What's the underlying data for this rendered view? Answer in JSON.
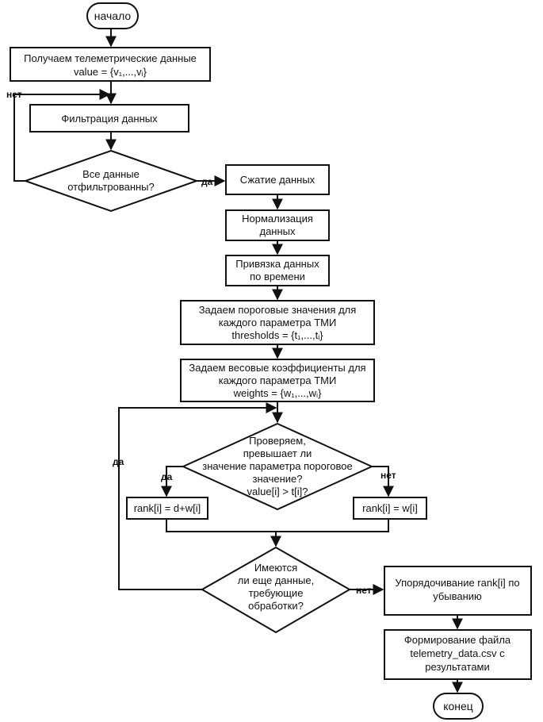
{
  "start": "начало",
  "end": "конец",
  "steps": {
    "receive": [
      "Получаем телеметрические данные",
      "value = {v₁,...,vᵢ}"
    ],
    "filter": [
      "Фильтрация данных"
    ],
    "compress": [
      "Сжатие данных"
    ],
    "normalize": [
      "Нормализация",
      "данных"
    ],
    "timebind": [
      "Привязка данных",
      "по времени"
    ],
    "thresholds": [
      "Задаем пороговые значения для",
      "каждого параметра ТМИ",
      "thresholds = {t₁,...,tᵢ}"
    ],
    "weights": [
      "Задаем весовые коэффициенты для",
      "каждого параметра ТМИ",
      "weights = {w₁,...,wᵢ}"
    ],
    "rank_yes": [
      "rank[i] = d+w[i]"
    ],
    "rank_no": [
      "rank[i] = w[i]"
    ],
    "sort": [
      "Упорядочивание rank[i] по",
      "убыванию"
    ],
    "file": [
      "Формирование файла",
      "telemetry_data.csv с",
      "результатами"
    ]
  },
  "decisions": {
    "all_filtered": [
      "Все данные",
      "отфильтрованны?"
    ],
    "exceeds": [
      "Проверяем,",
      "превышает ли",
      "значение параметра пороговое",
      "значение?",
      "value[i] > t[i]?"
    ],
    "more_data": [
      "Имеются",
      "ли еще данные,",
      "требующие",
      "обработки?"
    ]
  },
  "branch_labels": {
    "filter_no": "нет",
    "filter_yes": "да",
    "exceeds_yes": "да",
    "exceeds_no": "нет",
    "more_yes": "да",
    "more_no": "нет"
  },
  "colors": {
    "stroke": "#111111",
    "fill": "#ffffff",
    "text": "#111111"
  }
}
